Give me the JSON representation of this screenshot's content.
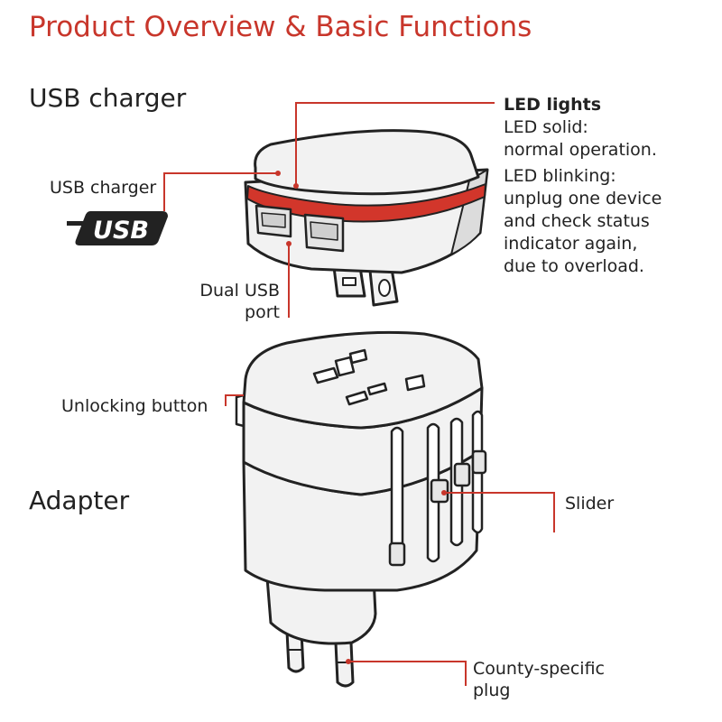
{
  "title": "Product Overview & Basic Functions",
  "sections": {
    "usb_charger": "USB charger",
    "adapter": "Adapter"
  },
  "usb_logo": "USB",
  "callouts": {
    "usb_charger": "USB charger",
    "dual_usb_port_line1": "Dual USB",
    "dual_usb_port_line2": "port",
    "unlocking_button": "Unlocking button",
    "slider": "Slider",
    "plug_line1": "County-specific",
    "plug_line2": "plug"
  },
  "led": {
    "heading": "LED lights",
    "solid_line1": "LED solid:",
    "solid_line2": "normal operation.",
    "blink_line1": "LED blinking:",
    "blink_line2": "unplug one device",
    "blink_line3": "and check status",
    "blink_line4": "indicator again,",
    "blink_line5": "due to overload."
  },
  "colors": {
    "accent": "#c8362b",
    "ink": "#222222",
    "device_fill": "#f2f2f2"
  }
}
